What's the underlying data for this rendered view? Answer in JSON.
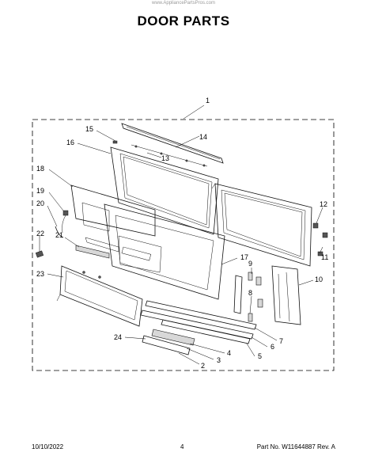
{
  "watermark": "www.AppliancePartsPros.com",
  "title": "DOOR PARTS",
  "footer": {
    "date": "10/10/2022",
    "page": "4",
    "part_number": "Part No. W11644887  Rev. A"
  },
  "callouts": {
    "c1": "1",
    "c2": "2",
    "c3": "3",
    "c4": "4",
    "c5": "5",
    "c6": "6",
    "c7": "7",
    "c8": "8",
    "c9": "9",
    "c10": "10",
    "c11": "11",
    "c12": "12",
    "c13": "13",
    "c14": "14",
    "c15": "15",
    "c16": "16",
    "c17": "17",
    "c18": "18",
    "c19": "19",
    "c20": "20",
    "c21": "21",
    "c22": "22",
    "c23": "23",
    "c24": "24"
  }
}
